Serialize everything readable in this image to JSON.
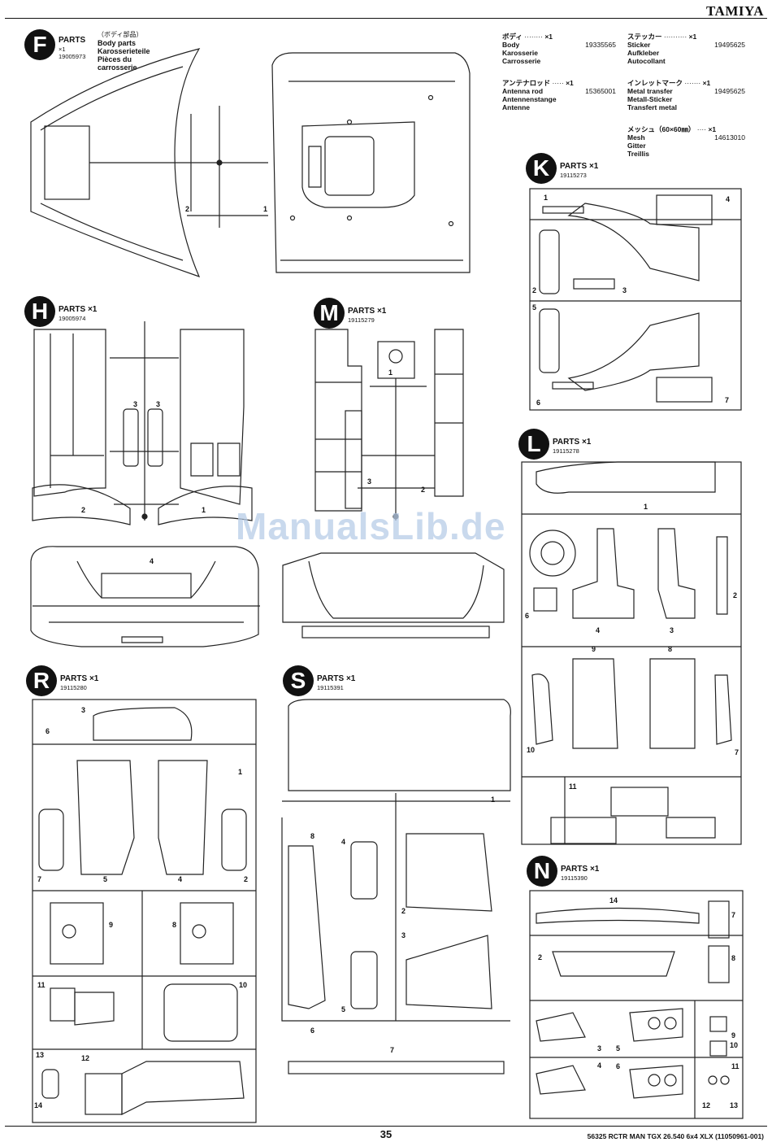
{
  "header": {
    "brand": "TAMIYA"
  },
  "legend": {
    "body": {
      "jp": "ボディ",
      "qty": "×1",
      "name1": "Body",
      "name2": "Karosserie",
      "name3": "Carrosserie",
      "num": "19335565"
    },
    "sticker": {
      "jp": "ステッカー",
      "qty": "×1",
      "name1": "Sticker",
      "name2": "Aufkleber",
      "name3": "Autocollant",
      "num": "19495625"
    },
    "antenna": {
      "jp": "アンテナロッド",
      "qty": "×1",
      "name1": "Antenna rod",
      "name2": "Antennenstange",
      "name3": "Antenne",
      "num": "15365001"
    },
    "inlet": {
      "jp": "インレットマーク",
      "qty": "×1",
      "name1": "Metal transfer",
      "name2": "Metall-Sticker",
      "name3": "Transfert metal",
      "num": "19495625"
    },
    "mesh": {
      "jp": "メッシュ（60×60㎜）",
      "qty": "×1",
      "name1": "Mesh",
      "name2": "Gitter",
      "name3": "Treillis",
      "num": "14613010"
    }
  },
  "parts": {
    "F": {
      "letter": "F",
      "title": "PARTS",
      "qty": "×1",
      "num": "19005973",
      "jp": "（ボディ部品）",
      "n1": "Body parts",
      "n2": "Karosserieteile",
      "n3": "Pièces du",
      "n4": "carrosserie",
      "labels": [
        "2",
        "1"
      ]
    },
    "H": {
      "letter": "H",
      "title": "PARTS",
      "qty": "×1",
      "num": "19005974",
      "labels": [
        "3",
        "3",
        "2",
        "1",
        "4"
      ]
    },
    "M": {
      "letter": "M",
      "title": "PARTS",
      "qty": "×1",
      "num": "19115279",
      "labels": [
        "1",
        "3",
        "2"
      ]
    },
    "K": {
      "letter": "K",
      "title": "PARTS",
      "qty": "×1",
      "num": "19115273",
      "labels": [
        "1",
        "4",
        "2",
        "3",
        "5",
        "6",
        "7"
      ]
    },
    "L": {
      "letter": "L",
      "title": "PARTS",
      "qty": "×1",
      "num": "19115278",
      "labels": [
        "1",
        "2",
        "6",
        "4",
        "3",
        "9",
        "8",
        "10",
        "7",
        "11"
      ]
    },
    "R": {
      "letter": "R",
      "title": "PARTS",
      "qty": "×1",
      "num": "19115280",
      "labels": [
        "3",
        "6",
        "1",
        "7",
        "5",
        "4",
        "2",
        "9",
        "8",
        "11",
        "10",
        "13",
        "12",
        "14"
      ]
    },
    "S": {
      "letter": "S",
      "title": "PARTS",
      "qty": "×1",
      "num": "19115391",
      "labels": [
        "1",
        "8",
        "4",
        "2",
        "3",
        "5",
        "6",
        "7"
      ]
    },
    "N": {
      "letter": "N",
      "title": "PARTS",
      "qty": "×1",
      "num": "19115390",
      "labels": [
        "14",
        "7",
        "2",
        "8",
        "3",
        "5",
        "9",
        "10",
        "4",
        "6",
        "11",
        "12",
        "13"
      ]
    }
  },
  "watermark": "ManualsLib.de",
  "footer": {
    "page": "35",
    "model": "56325 RCTR MAN TGX 26.540 6x4 XLX (11050961-001)"
  }
}
